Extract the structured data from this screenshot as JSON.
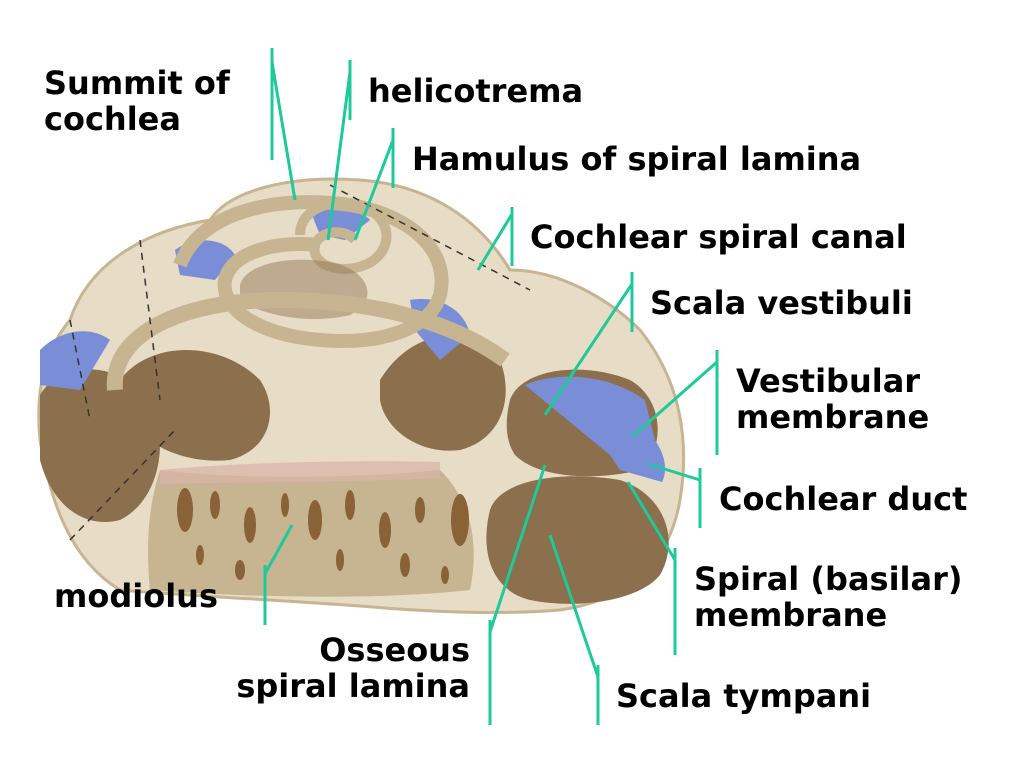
{
  "colors": {
    "leader_line": "#1ec99a",
    "bone": "#e7dcc6",
    "bone_shadow": "#c7b592",
    "cavity": "#8c6f4c",
    "membrane": "#7a8ed8",
    "marrow_pore": "#8a6238",
    "dash": "#333333"
  },
  "labels": {
    "summit": [
      "Summit of",
      "cochlea"
    ],
    "helicotrema": "helicotrema",
    "hamulus": "Hamulus of spiral lamina",
    "cochlear_spiral_canal": "Cochlear spiral canal",
    "scala_vestibuli": "Scala vestibuli",
    "vestibular_membrane": [
      "Vestibular",
      "membrane"
    ],
    "cochlear_duct": "Cochlear duct",
    "spiral_basilar_membrane": [
      "Spiral (basilar)",
      "membrane"
    ],
    "modiolus": "modiolus",
    "osseous_spiral_lamina": [
      "Osseous",
      "spiral lamina"
    ],
    "scala_tympani": "Scala tympani"
  }
}
